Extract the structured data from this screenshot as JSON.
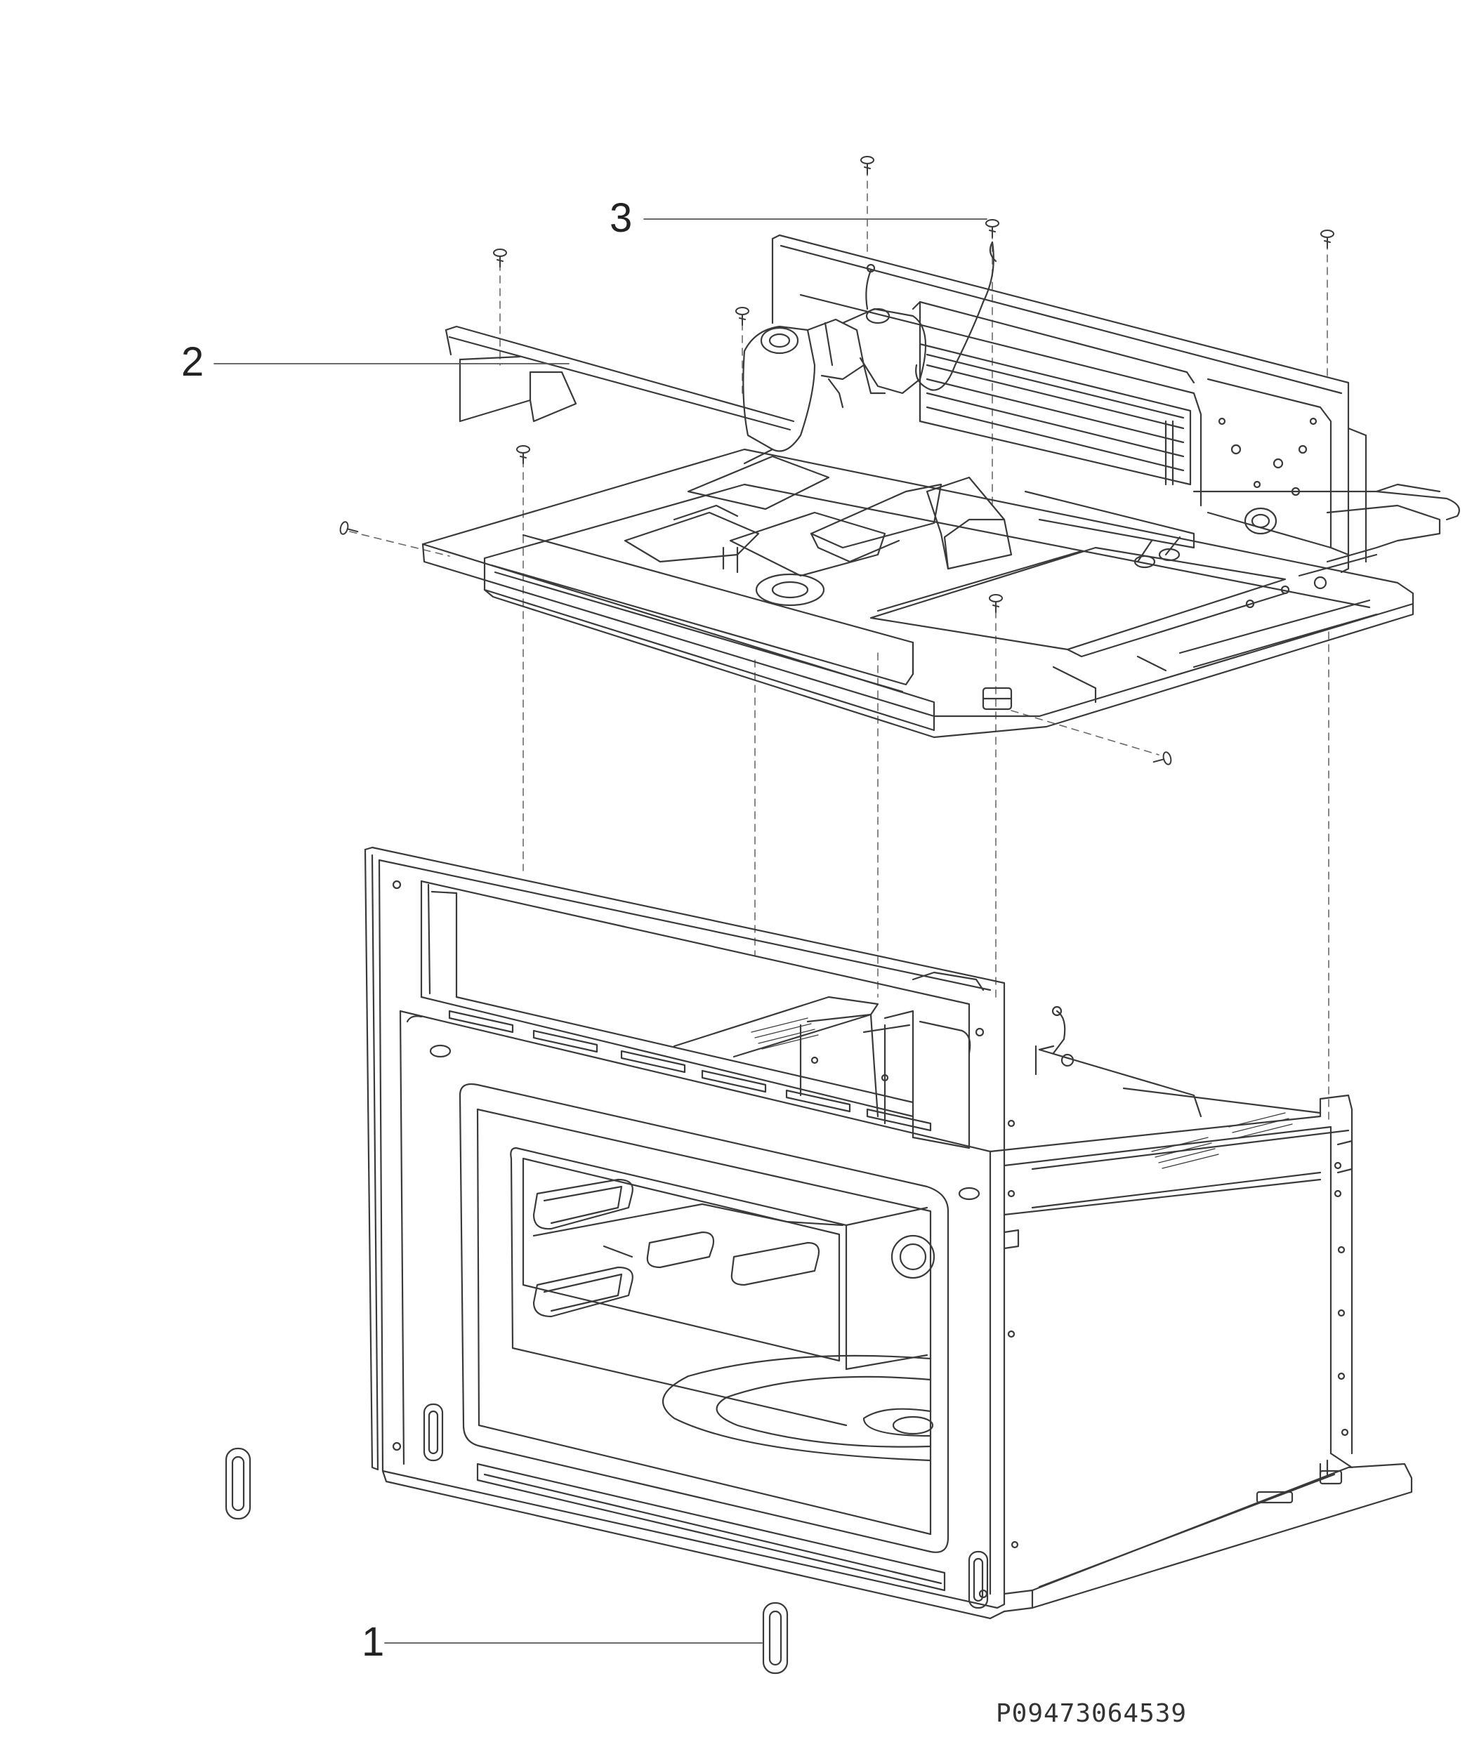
{
  "callouts": [
    {
      "id": "1",
      "label": "1"
    },
    {
      "id": "2",
      "label": "2"
    },
    {
      "id": "3",
      "label": "3"
    }
  ],
  "document_id": "P09473064539",
  "colors": {
    "line": "#3a3a3a",
    "dash": "#6a6a6a",
    "background": "#ffffff"
  }
}
